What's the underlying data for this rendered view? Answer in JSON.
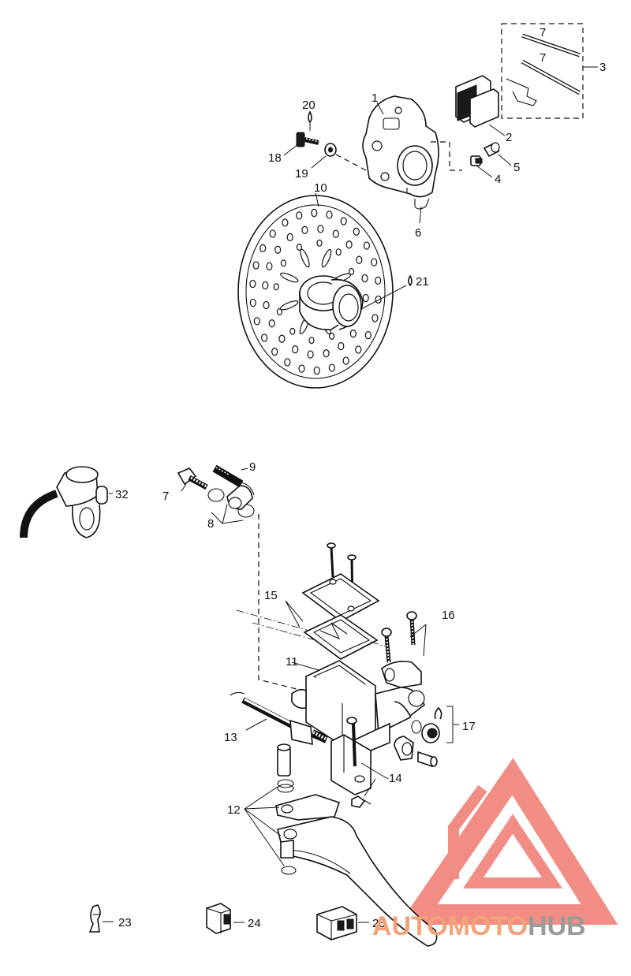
{
  "labels": {
    "p1": "1",
    "p2": "2",
    "p3": "3",
    "p4": "4",
    "p5": "5",
    "p6": "6",
    "p7": "7",
    "p8": "8",
    "p9": "9",
    "p10": "10",
    "p11": "11",
    "p12": "12",
    "p13": "13",
    "p14": "14",
    "p15": "15",
    "p16": "16",
    "p17": "17",
    "p18": "18",
    "p19": "19",
    "p20": "20",
    "p21": "21",
    "p23": "23",
    "p24": "24",
    "p25": "25",
    "p32": "32"
  },
  "watermark": {
    "part1": "AUTOMOTO",
    "part2": "HUB",
    "color1": "#f5a27a",
    "color2": "#9a9a9a",
    "logo_color": "#f07a72"
  }
}
